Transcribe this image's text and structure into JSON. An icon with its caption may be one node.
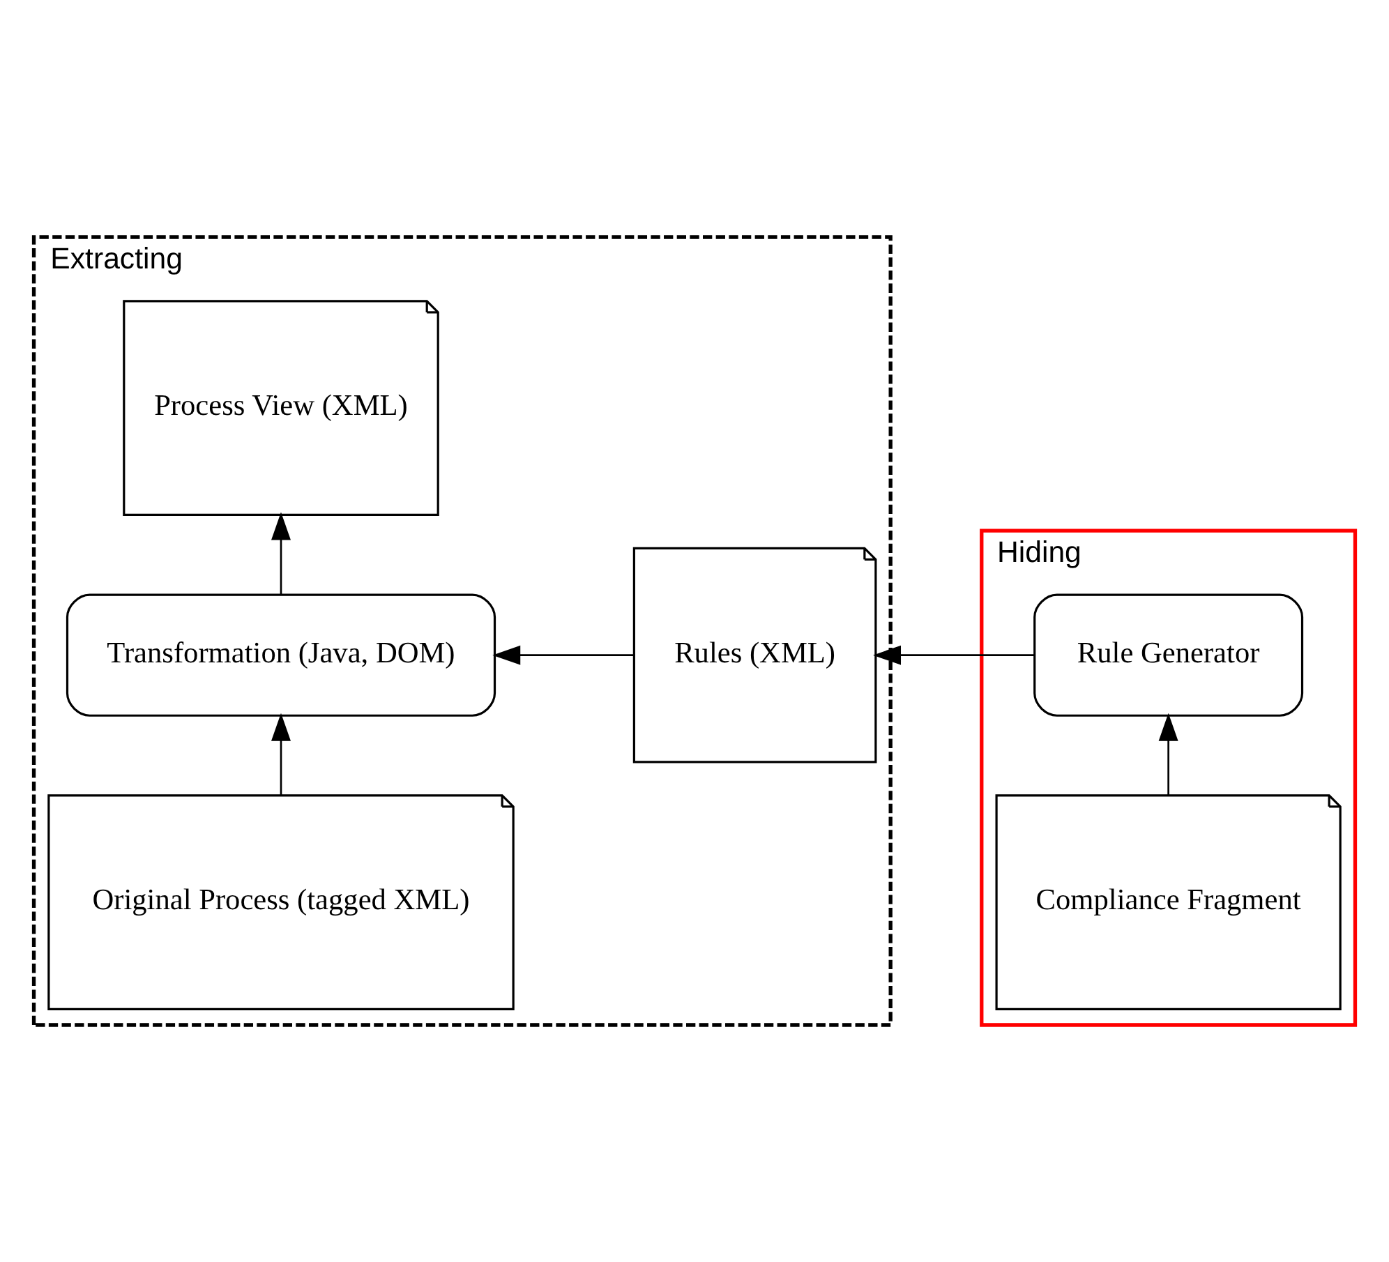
{
  "diagram": {
    "nodes": [
      {
        "text": [
          "Hiding"
        ]
      },
      {
        "text": [
          "Extracting"
        ]
      },
      {
        "text": [
          "Original Process (tagged XML)"
        ],
        "in": 1
      },
      {
        "text": [
          "Transformation (Java, DOM)"
        ],
        "in": 1
      },
      {
        "text": [
          "Process View (XML)"
        ],
        "in": 1
      },
      {
        "text": [
          "Rules (XML)"
        ],
        "in": 1
      },
      {
        "text": [
          "Compliance Fragment"
        ],
        "in": 0
      },
      {
        "text": [
          "Rule Generator"
        ],
        "in": 0
      }
    ],
    "edges": [
      {
        "from": 2,
        "to": 3,
        "arrow": "to"
      },
      {
        "from": 3,
        "to": 4,
        "arrow": "to"
      },
      {
        "from": 5,
        "to": 3,
        "arrow": "to"
      },
      {
        "from": 7,
        "to": 5,
        "arrow": "to"
      },
      {
        "from": 6,
        "to": 7,
        "arrow": "to"
      }
    ]
  }
}
